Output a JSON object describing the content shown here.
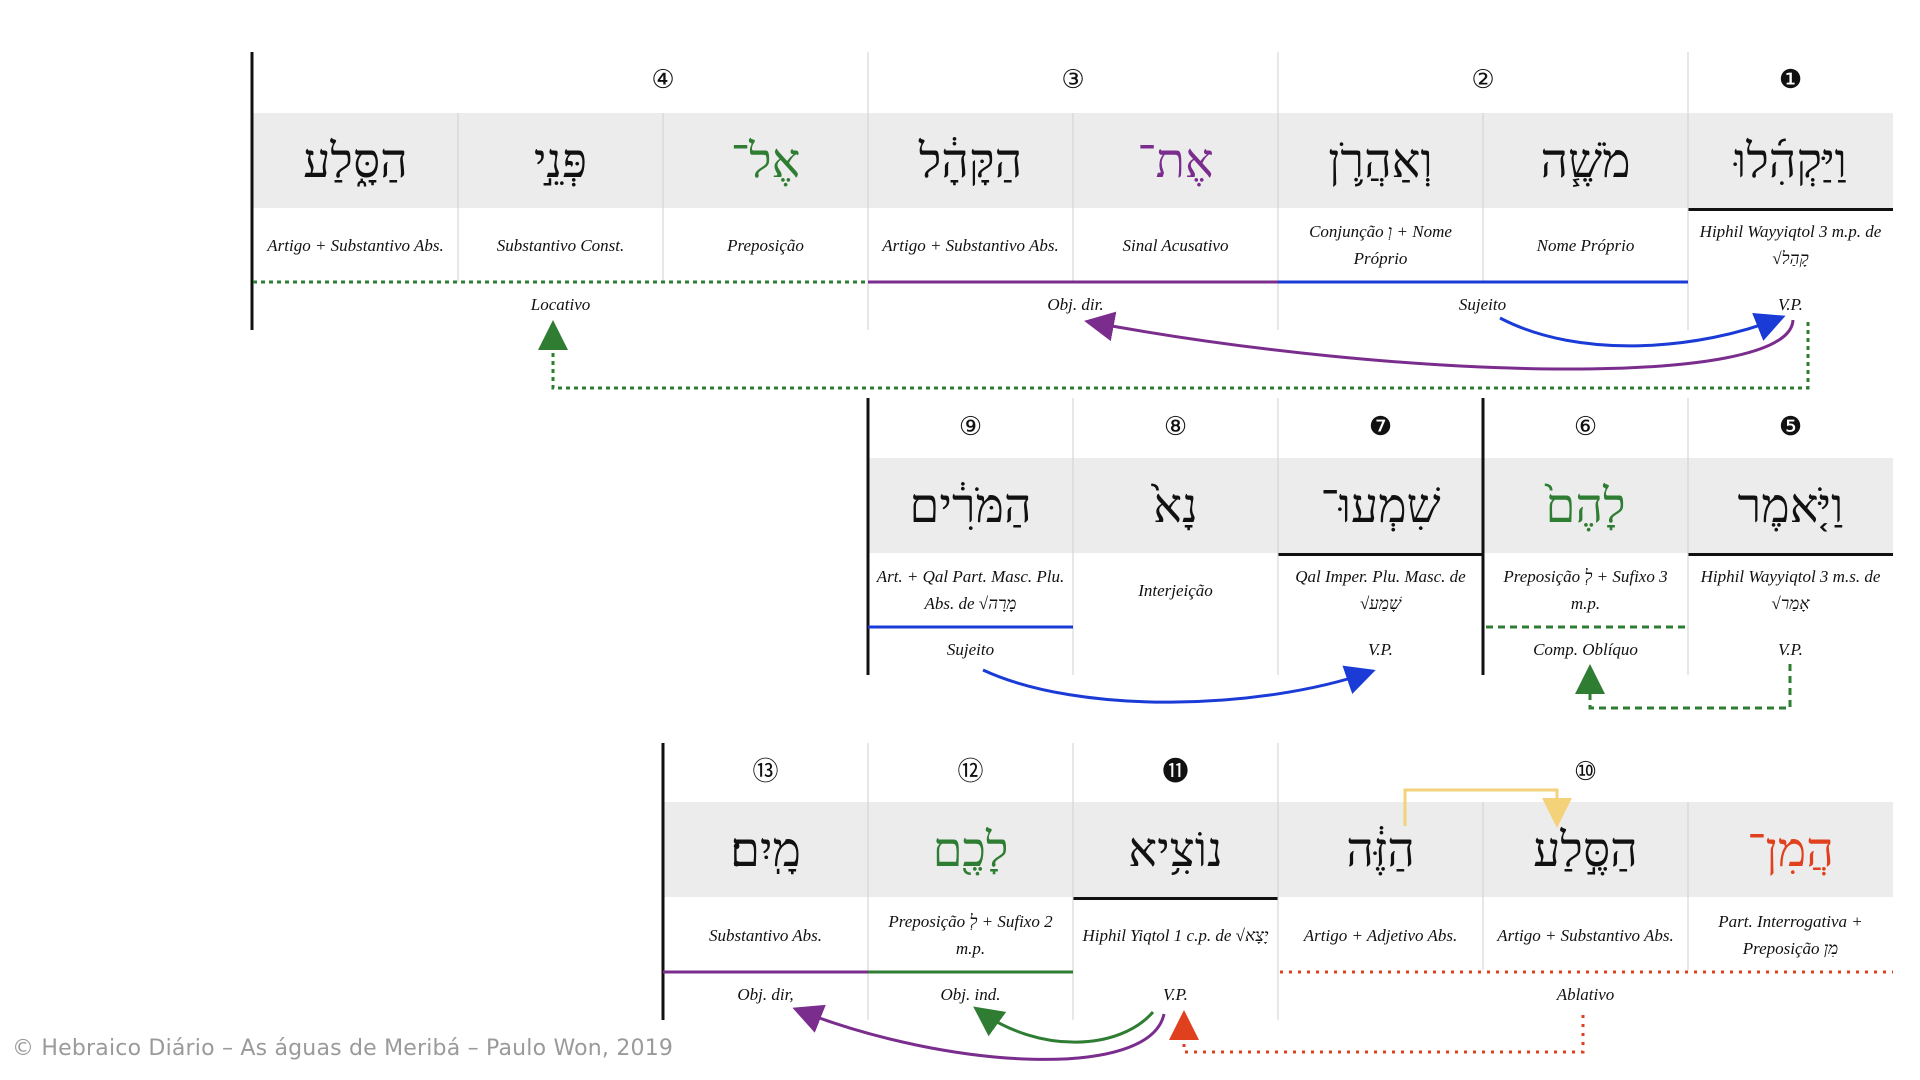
{
  "rows": [
    {
      "words": [
        {
          "number": "④",
          "hebrew": "הַסָּ֑לַע",
          "desc": "Artigo + Substantivo Abs."
        },
        {
          "number": "④",
          "hebrew": "פְּנֵ֣י",
          "desc": "Substantivo Const."
        },
        {
          "number": "④",
          "hebrew": "אֶל־",
          "desc": "Preposição"
        },
        {
          "number": "③",
          "hebrew": "הַקָּהָ֔ל",
          "desc": "Artigo + Substantivo Abs."
        },
        {
          "number": "③",
          "hebrew": "אֶת־",
          "desc": "Sinal Acusativo"
        },
        {
          "number": "②",
          "hebrew": "וְאַהֲרֹ֛ן",
          "desc": "Conjunção וְ + Nome Próprio"
        },
        {
          "number": "②",
          "hebrew": "מֹשֶׁ֧ה",
          "desc": "Nome Próprio"
        },
        {
          "number": "❶",
          "hebrew": "וַיַּקְהִ֜לוּ",
          "desc": "Hiphil Wayyiqtol 3 m.p. de √קָהַל"
        }
      ],
      "groups": [
        {
          "number": "④",
          "role": "Locativo"
        },
        {
          "number": "③",
          "role": "Obj. dir."
        },
        {
          "number": "②",
          "role": "Sujeito"
        },
        {
          "number": "❶",
          "role": "V.P."
        }
      ]
    },
    {
      "words": [
        {
          "hebrew": "הַמֹּרִ֔ים",
          "desc": "Art. + Qal Part. Masc. Plu. Abs. de √מָרָה"
        },
        {
          "hebrew": "נָא֙",
          "desc": "Interjeição"
        },
        {
          "hebrew": "שִׁמְעוּ־",
          "desc": "Qal Imper. Plu. Masc. de √שָׁמַע"
        },
        {
          "hebrew": "לָהֶם֙",
          "desc": "Preposição לְ + Sufixo 3 m.p."
        },
        {
          "hebrew": "וַיֹּ֤אמֶר",
          "desc": "Hiphil Wayyiqtol 3 m.s. de √אָמַר"
        }
      ],
      "groups": [
        {
          "number": "⑨",
          "role": "Sujeito"
        },
        {
          "number": "⑧",
          "role": ""
        },
        {
          "number": "❼",
          "role": "V.P."
        },
        {
          "number": "⑥",
          "role": "Comp. Oblíquo"
        },
        {
          "number": "❺",
          "role": "V.P."
        }
      ]
    },
    {
      "words": [
        {
          "hebrew": "מָֽיִם׃",
          "desc": "Substantivo Abs."
        },
        {
          "hebrew": "לָכֶ֖ם",
          "desc": "Preposição לְ + Sufixo 2 m.p."
        },
        {
          "hebrew": "נוֹצִ֥יא",
          "desc": "Hiphil Yiqtol 1 c.p. de √יָצָא"
        },
        {
          "hebrew": "הַזֶּ֔ה",
          "desc": "Artigo + Adjetivo Abs."
        },
        {
          "hebrew": "הַסֶּ֣לַע",
          "desc": "Artigo + Substantivo Abs."
        },
        {
          "hebrew": "הֲמִן־",
          "desc": "Part. Interrogativa + Preposição מִן"
        }
      ],
      "groups": [
        {
          "number": "⑬",
          "role": "Obj. dir,"
        },
        {
          "number": "⑫",
          "role": "Obj. ind."
        },
        {
          "number": "⓫",
          "role": "V.P."
        },
        {
          "number": "⑩",
          "role": "Ablativo"
        }
      ]
    }
  ],
  "colors": {
    "purple": "#7b2d8e",
    "blue": "#1a3bd6",
    "green": "#2e7d32",
    "red": "#e0401d",
    "yellow": "#f3d27a",
    "black": "#111111"
  },
  "credit": "© Hebraico Diário – As águas de Meribá – Paulo Won, 2019"
}
